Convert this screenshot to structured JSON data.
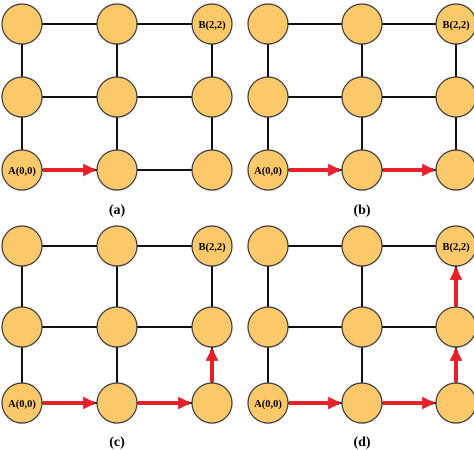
{
  "colors": {
    "node_fill": "#FBC96A",
    "node_stroke": "#3a3a3a",
    "edge": "#111111",
    "path_arrow": "#E8202A"
  },
  "grid": {
    "rows": 3,
    "cols": 3
  },
  "nodes": {
    "start": {
      "row": 0,
      "col": 0,
      "label": "A(0,0)"
    },
    "end": {
      "row": 2,
      "col": 2,
      "label": "B(2,2)"
    }
  },
  "panels": [
    {
      "caption": "(a)",
      "path": [
        [
          0,
          0
        ],
        [
          1,
          0
        ]
      ]
    },
    {
      "caption": "(b)",
      "path": [
        [
          0,
          0
        ],
        [
          1,
          0
        ],
        [
          2,
          0
        ]
      ]
    },
    {
      "caption": "(c)",
      "path": [
        [
          0,
          0
        ],
        [
          1,
          0
        ],
        [
          2,
          0
        ],
        [
          2,
          1
        ]
      ]
    },
    {
      "caption": "(d)",
      "path": [
        [
          0,
          0
        ],
        [
          1,
          0
        ],
        [
          2,
          0
        ],
        [
          2,
          1
        ],
        [
          2,
          2
        ]
      ]
    }
  ]
}
